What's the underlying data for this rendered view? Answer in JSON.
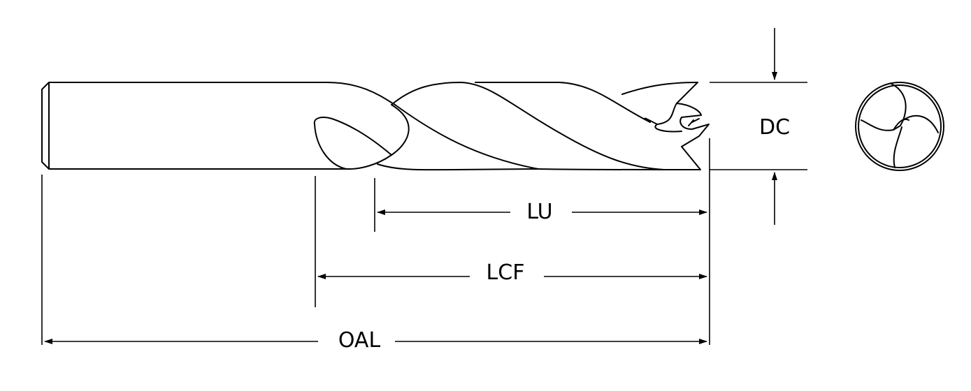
{
  "dimensions": {
    "lu": "LU",
    "lcf": "LCF",
    "oal": "OAL",
    "dc": "DC"
  },
  "colors": {
    "line": "#000000",
    "background": "#ffffff"
  }
}
